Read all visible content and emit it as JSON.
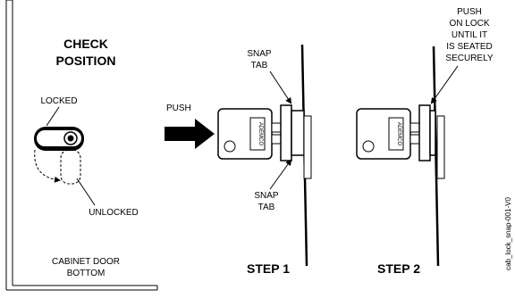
{
  "header": {
    "line1": "CHECK",
    "line2": "POSITION"
  },
  "labels": {
    "locked": "LOCKED",
    "unlocked": "UNLOCKED",
    "cabinet_line1": "CABINET DOOR",
    "cabinet_line2": "BOTTOM",
    "push": "PUSH",
    "snap_top_1": "SNAP",
    "snap_top_2": "TAB",
    "snap_bottom_1": "SNAP",
    "snap_bottom_2": "TAB",
    "push_note_1": "PUSH",
    "push_note_2": "ON LOCK",
    "push_note_3": "UNTIL IT",
    "push_note_4": "IS SEATED",
    "push_note_5": "SECURELY",
    "key_brand": "ADEMCO",
    "drawing_code": "cab_lock_snap-001-V0"
  },
  "steps": {
    "step1": "STEP 1",
    "step2": "STEP 2"
  }
}
